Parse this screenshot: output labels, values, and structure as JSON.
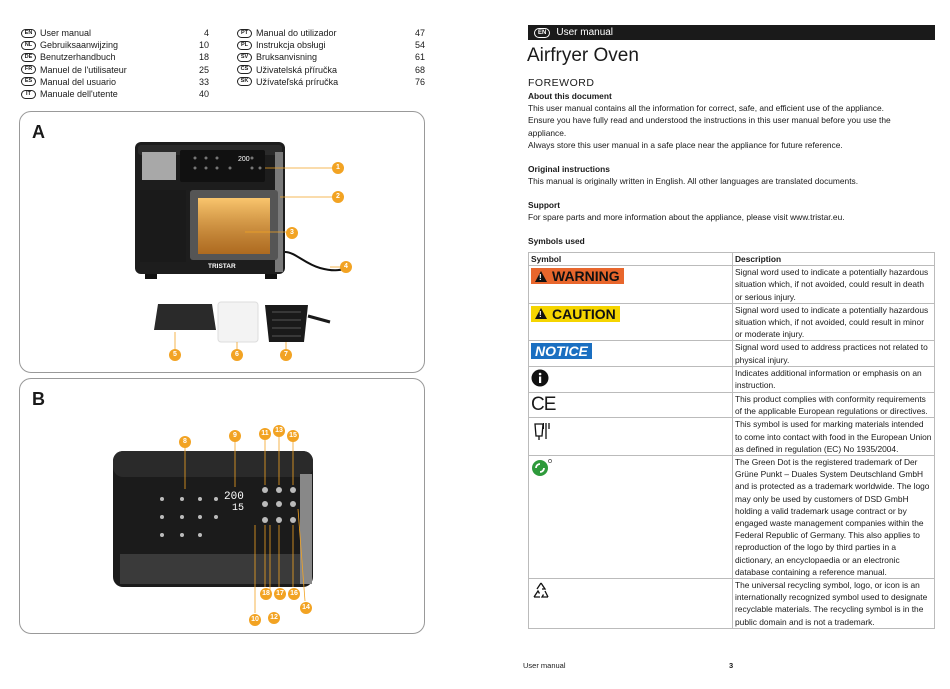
{
  "languages_left": [
    {
      "code": "EN",
      "name": "User manual",
      "page": "4"
    },
    {
      "code": "NL",
      "name": "Gebruiksaanwijzing",
      "page": "10"
    },
    {
      "code": "DE",
      "name": "Benutzerhandbuch",
      "page": "18"
    },
    {
      "code": "FR",
      "name": "Manuel de l'utilisateur",
      "page": "25"
    },
    {
      "code": "ES",
      "name": "Manual del usuario",
      "page": "33"
    },
    {
      "code": "IT",
      "name": "Manuale dell'utente",
      "page": "40"
    }
  ],
  "languages_right": [
    {
      "code": "PT",
      "name": "Manual do utilizador",
      "page": "47"
    },
    {
      "code": "PL",
      "name": "Instrukcja obsługi",
      "page": "54"
    },
    {
      "code": "SV",
      "name": "Bruksanvisning",
      "page": "61"
    },
    {
      "code": "CS",
      "name": "Uživatelská příručka",
      "page": "68"
    },
    {
      "code": "SK",
      "name": "Užívateľská príručka",
      "page": "76"
    }
  ],
  "figure_a": {
    "letter": "A",
    "brand": "TRISTAR",
    "display": "200",
    "callouts": [
      "1",
      "2",
      "3",
      "4",
      "5",
      "6",
      "7"
    ]
  },
  "figure_b": {
    "letter": "B",
    "display_temp": "200",
    "display_time": "15",
    "callouts": [
      "8",
      "9",
      "11",
      "13",
      "15",
      "18",
      "17",
      "16",
      "14",
      "10",
      "12"
    ]
  },
  "header": {
    "lang": "EN",
    "label": "User manual"
  },
  "title": "Airfryer Oven",
  "foreword": "FOREWORD",
  "about": {
    "heading": "About this document",
    "lines": [
      "This user manual contains all the information for correct, safe, and efficient use of the appliance.",
      "Ensure you have fully read and understood the instructions in this user manual before you use the",
      "appliance.",
      "Always store this user manual in a safe place near the appliance for future reference."
    ]
  },
  "original": {
    "heading": "Original instructions",
    "text": "This manual is originally written in English. All other languages are translated documents."
  },
  "support": {
    "heading": "Support",
    "text": "For spare parts and more information about the appliance, please visit www.tristar.eu."
  },
  "symbols": {
    "heading": "Symbols used",
    "col_symbol": "Symbol",
    "col_description": "Description",
    "rows": [
      {
        "symbol": "WARNING",
        "icon": "warning-sign",
        "color": "#e8662c",
        "desc": "Signal word used to indicate a potentially hazardous situation which, if not avoided, could result in death or serious injury."
      },
      {
        "symbol": "CAUTION",
        "icon": "caution-sign",
        "color": "#f5d500",
        "desc": "Signal word used to indicate a potentially hazardous situation which, if not avoided, could result in minor or moderate injury."
      },
      {
        "symbol": "NOTICE",
        "icon": "notice-sign",
        "color": "#1a6fc1",
        "desc": "Signal word used to address practices not related to physical injury."
      },
      {
        "symbol": "",
        "icon": "info-icon",
        "desc": "Indicates additional information or emphasis on an instruction."
      },
      {
        "symbol": "CE",
        "icon": "ce-mark-icon",
        "desc": "This product complies with conformity requirements of the applicable European regulations or directives."
      },
      {
        "symbol": "",
        "icon": "food-contact-icon",
        "desc": "This symbol is used for marking materials intended to come into contact with food in the European Union as defined in regulation (EC) No 1935/2004."
      },
      {
        "symbol": "",
        "icon": "green-dot-icon",
        "desc": "The Green Dot is the registered trademark of Der Grüne Punkt – Duales System Deutschland GmbH and is protected as a trademark worldwide. The logo may only be used by customers of DSD GmbH holding a valid trademark usage contract or by engaged waste management companies within the Federal Republic of Germany. This also applies to reproduction of the logo by third parties in a dictionary, an encyclopaedia or an electronic database containing a reference manual."
      },
      {
        "symbol": "",
        "icon": "recycling-icon",
        "desc": "The universal recycling symbol, logo, or icon is an internationally recognized symbol used to designate recyclable materials. The recycling symbol is in the public domain and is not a trademark."
      }
    ]
  },
  "footer": {
    "label": "User manual",
    "page": "3"
  }
}
